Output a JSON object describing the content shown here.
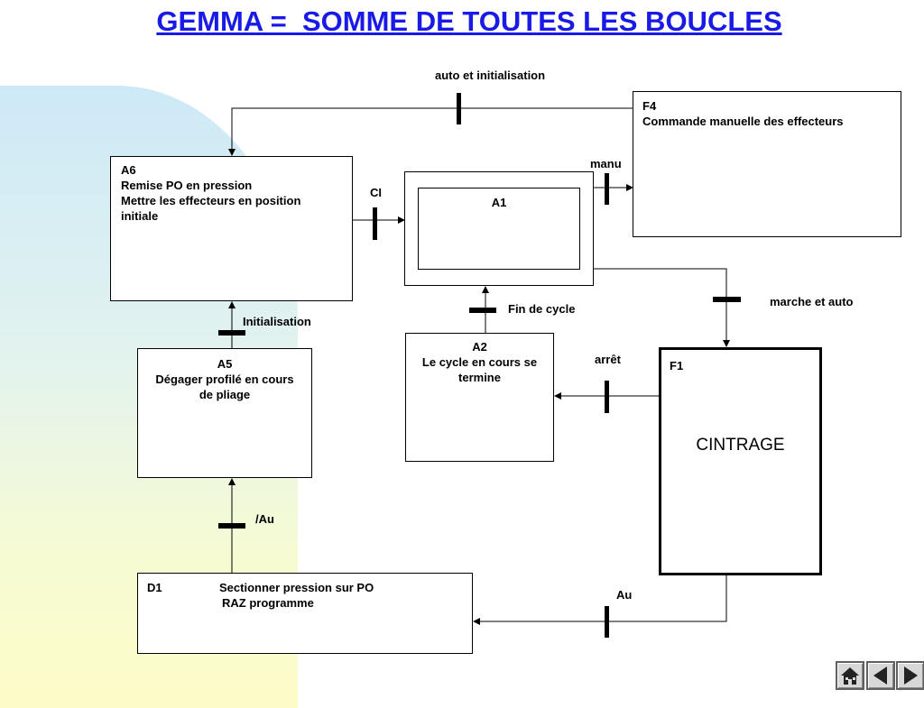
{
  "title": "GEMMA =  SOMME DE TOUTES LES BOUCLES",
  "boxes": {
    "f4": {
      "id": "F4",
      "lines": [
        "Commande manuelle des effecteurs"
      ]
    },
    "a6": {
      "id": "A6",
      "lines": [
        "Remise PO en pression",
        "Mettre les effecteurs en position",
        "initiale"
      ]
    },
    "a1": {
      "id": "A1"
    },
    "a5": {
      "id": "A5",
      "lines": [
        "Dégager profilé en cours",
        "de pliage"
      ]
    },
    "a2": {
      "id": "A2",
      "lines": [
        "Le cycle en cours se",
        "termine"
      ]
    },
    "f1": {
      "id": "F1",
      "main": "CINTRAGE"
    },
    "d1": {
      "id": "D1",
      "lines": [
        "Sectionner pression sur PO",
        "RAZ programme"
      ]
    }
  },
  "transitions": {
    "auto_init": "auto et initialisation",
    "manu": "manu",
    "ci": "CI",
    "marche_auto": "marche et auto",
    "initialisation": "Initialisation",
    "fin_cycle": "Fin de cycle",
    "arret": "arrêt",
    "au_bar": "/Au",
    "au": "Au"
  },
  "navigation": {
    "home": "home-icon",
    "previous": "arrow-left-icon",
    "next": "arrow-right-icon"
  }
}
